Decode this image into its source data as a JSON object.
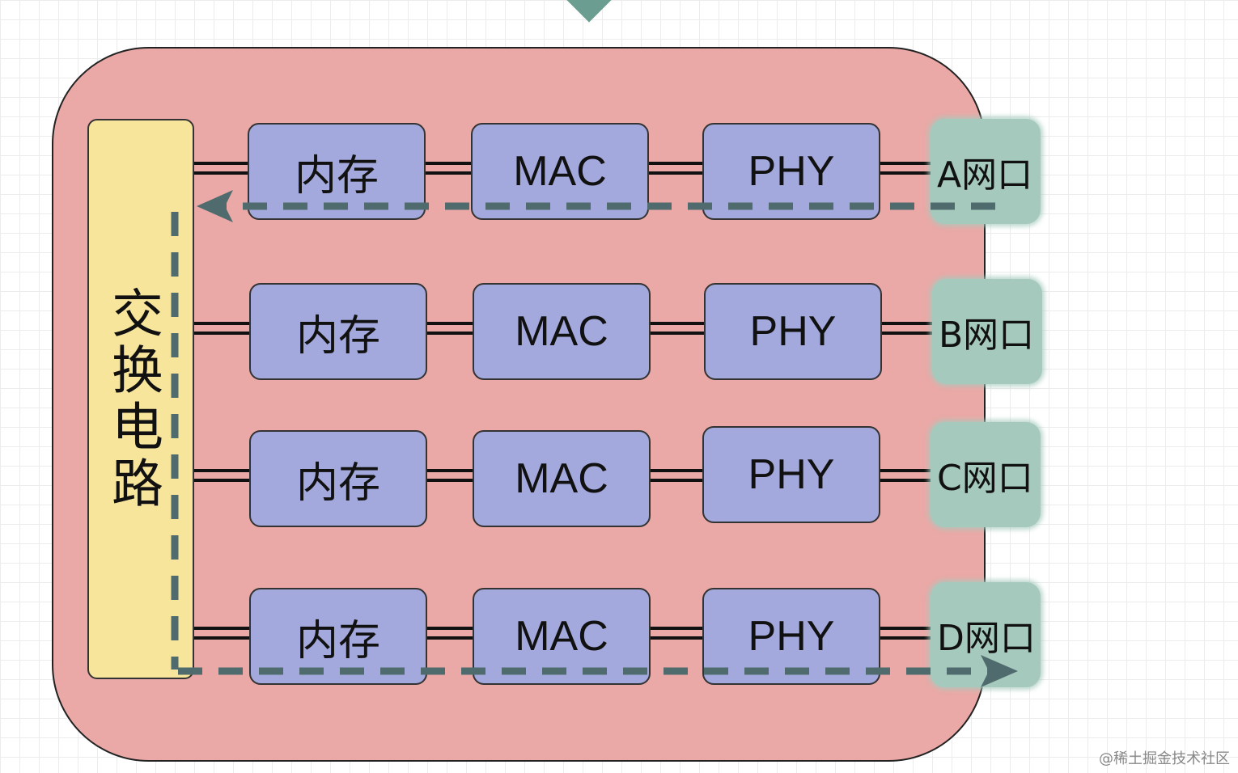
{
  "diagram": {
    "switch_label": "交换电路",
    "block_labels": {
      "memory": "内存",
      "mac": "MAC",
      "phy": "PHY"
    },
    "rows": [
      {
        "port": "A网口"
      },
      {
        "port": "B网口"
      },
      {
        "port": "C网口"
      },
      {
        "port": "D网口"
      }
    ]
  },
  "colors": {
    "device_bg": "#eaa9a6",
    "switch_bg": "#f8e59c",
    "block_bg": "#a3a9dc",
    "port_bg": "#a6c9bd",
    "flow_arrow": "#4f6b6d"
  },
  "watermark": "@稀土掘金技术社区"
}
